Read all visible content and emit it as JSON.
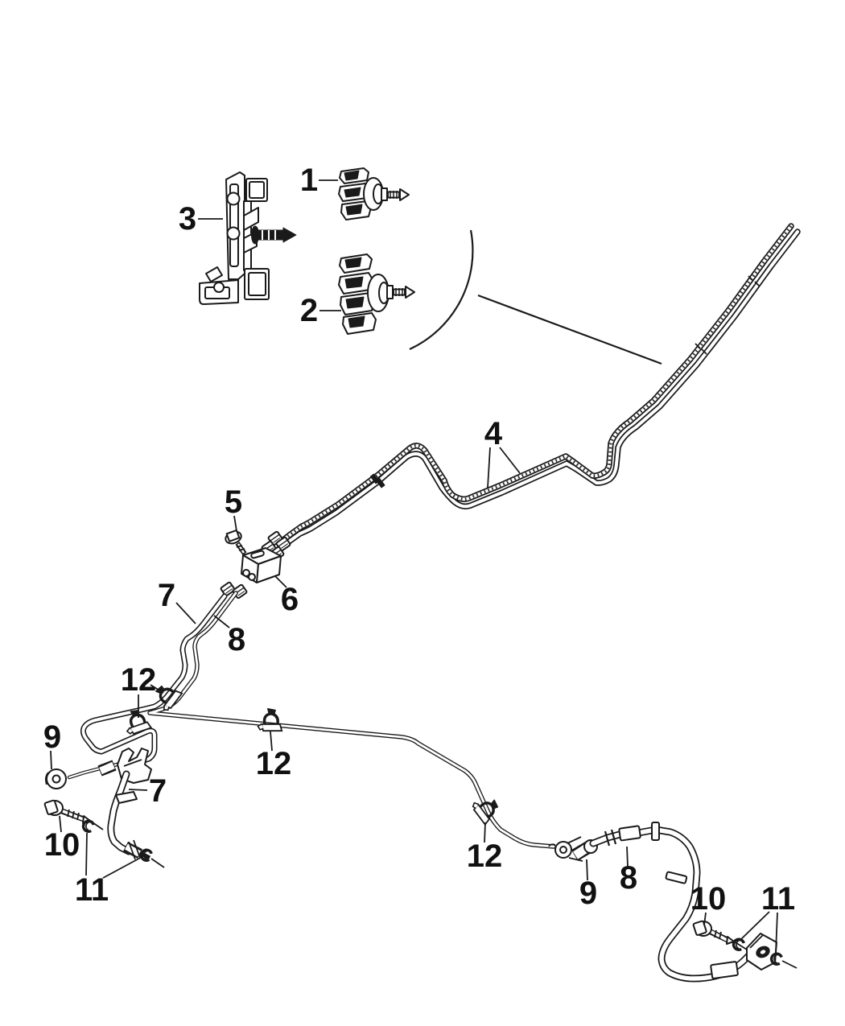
{
  "colors": {
    "background": "#ffffff",
    "line": "#1a1a1a"
  },
  "callouts": [
    {
      "num": "1"
    },
    {
      "num": "2"
    },
    {
      "num": "3"
    },
    {
      "num": "4"
    },
    {
      "num": "5"
    },
    {
      "num": "6"
    },
    {
      "num": "7"
    },
    {
      "num": "8"
    },
    {
      "num": "12"
    },
    {
      "num": "9"
    },
    {
      "num": "12"
    },
    {
      "num": "7"
    },
    {
      "num": "10"
    },
    {
      "num": "11"
    },
    {
      "num": "12"
    },
    {
      "num": "9"
    },
    {
      "num": "8"
    },
    {
      "num": "10"
    },
    {
      "num": "11"
    }
  ]
}
